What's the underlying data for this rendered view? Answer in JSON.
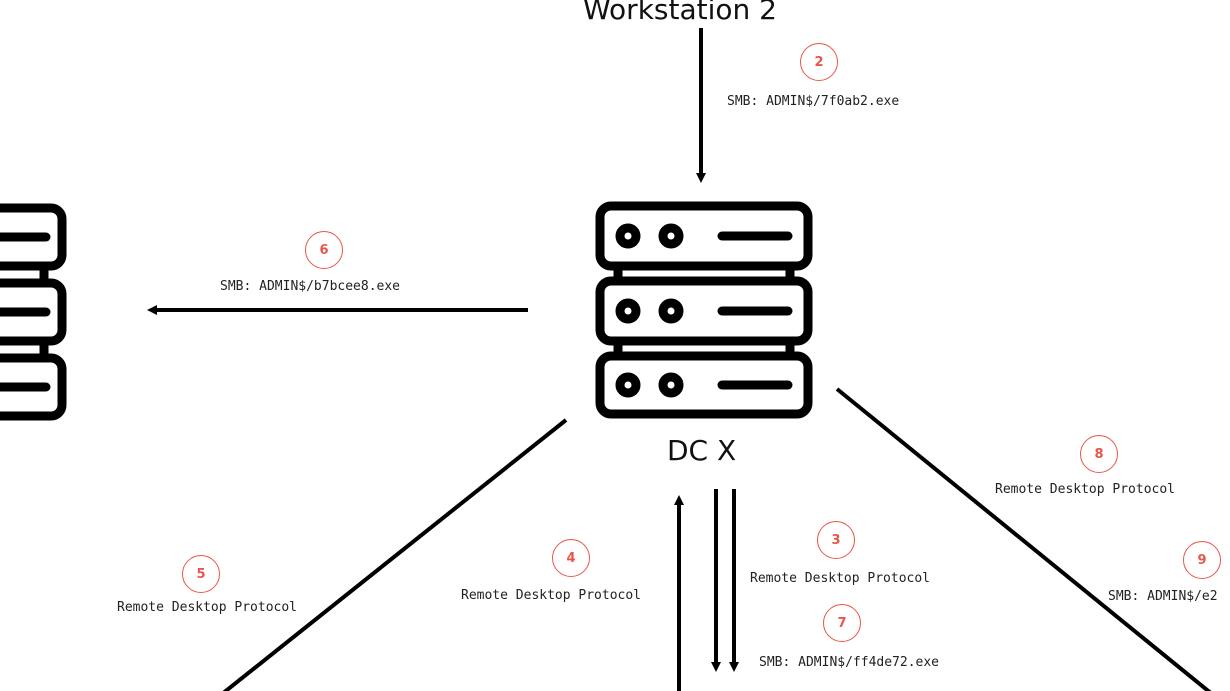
{
  "nodes": {
    "workstation_2": "Workstation 2",
    "dc_x": "DC X"
  },
  "edges": [
    {
      "step": "2",
      "label": "SMB: ADMIN$/7f0ab2.exe"
    },
    {
      "step": "6",
      "label": "SMB: ADMIN$/b7bcee8.exe"
    },
    {
      "step": "8",
      "label": "Remote Desktop Protocol"
    },
    {
      "step": "3",
      "label": "Remote Desktop Protocol"
    },
    {
      "step": "4",
      "label": "Remote Desktop Protocol"
    },
    {
      "step": "5",
      "label": "Remote Desktop Protocol"
    },
    {
      "step": "7",
      "label": "SMB: ADMIN$/ff4de72.exe"
    },
    {
      "step": "9",
      "label": "SMB: ADMIN$/e2"
    }
  ],
  "colors": {
    "accent": "#e8564b",
    "line": "#000000"
  },
  "icons": {
    "dc_x": "server-rack-icon",
    "left_host": "server-rack-icon"
  }
}
